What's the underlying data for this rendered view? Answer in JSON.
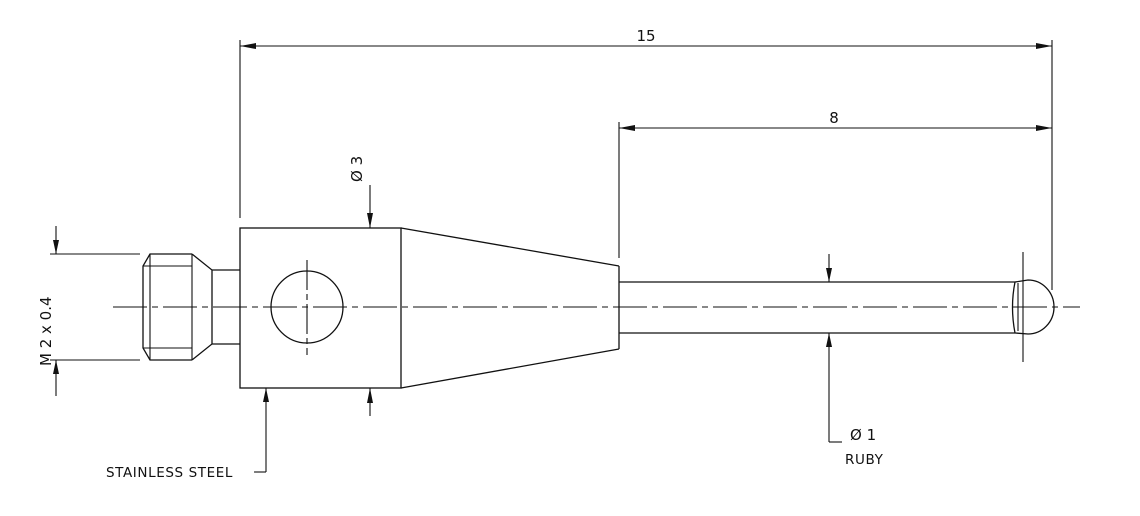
{
  "dimensions": {
    "overall_length": "15",
    "stem_length": "8",
    "body_diameter": "Ø 3",
    "thread": "M 2 x 0.4",
    "stem_diameter": "Ø 1"
  },
  "notes": {
    "body_material": "STAINLESS STEEL",
    "tip_material": "RUBY"
  }
}
